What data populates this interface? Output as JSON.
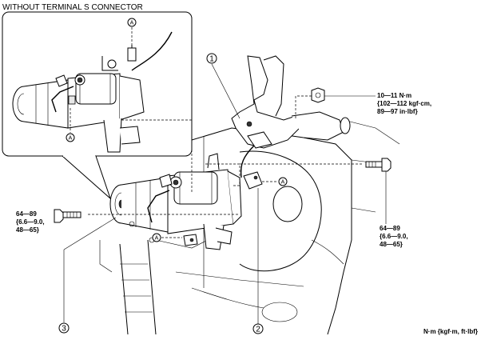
{
  "title": "WITHOUT TERMINAL S CONNECTOR",
  "callouts": {
    "one": "1",
    "two": "2",
    "three": "3",
    "a": "A"
  },
  "torque_nut": {
    "line1": "10—11 N·m",
    "line2": "{102—112 kgf·cm,",
    "line3": "89—97 in·lbf}"
  },
  "torque_bolt_right": {
    "line1": "64—89",
    "line2": "{6.6—9.0,",
    "line3": "48—65}"
  },
  "torque_bolt_left": {
    "line1": "64—89",
    "line2": "{6.6—9.0,",
    "line3": "48—65}"
  },
  "units_note": "N·m {kgf·m, ft·lbf}"
}
